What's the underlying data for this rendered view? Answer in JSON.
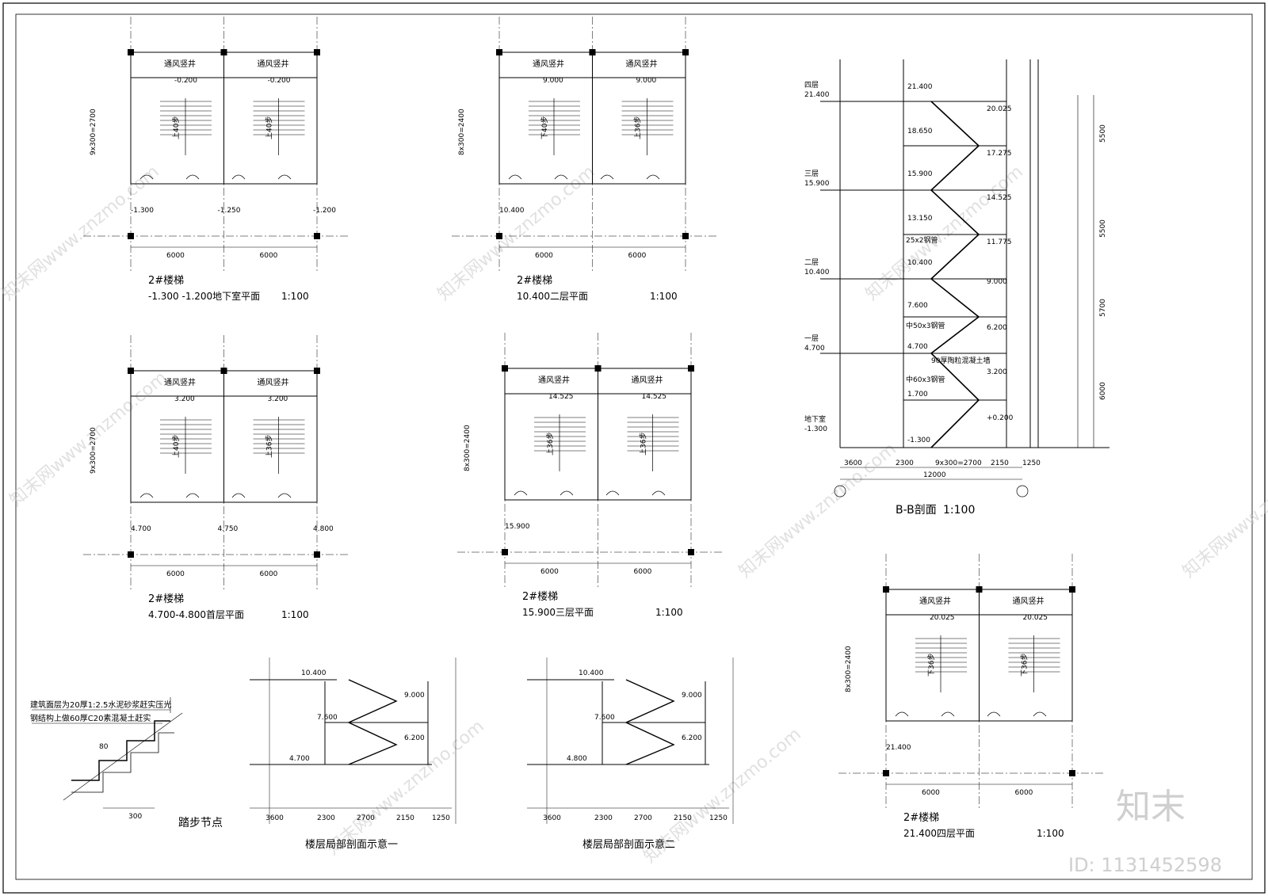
{
  "sheet": {
    "plans": [
      {
        "title": "2#楼梯",
        "sub_a": "-1.300",
        "sub_b": "-1.200地下室平面",
        "scale": "1:100",
        "shaft_left": "通风竖井",
        "shaft_right": "通风竖井",
        "level_a": "-0.200",
        "level_b": "-0.200",
        "level_c": "-1.300",
        "level_d": "-1.250",
        "level_e": "-1.200",
        "step_a": "上40步",
        "step_b": "上40步",
        "tread": "9x300=2700",
        "bay_left": "6000",
        "bay_right": "6000"
      },
      {
        "title": "2#楼梯",
        "sub_a": "10.400二层平面",
        "sub_b": "",
        "scale": "1:100",
        "shaft_left": "通风竖井",
        "shaft_right": "通风竖井",
        "level_a": "9.000",
        "level_b": "9.000",
        "level_c": "10.400",
        "level_d": "",
        "level_e": "",
        "step_a": "下40步",
        "step_b": "上36步",
        "tread": "8x300=2400",
        "bay_left": "6000",
        "bay_right": "6000"
      },
      {
        "title": "2#楼梯",
        "sub_a": "4.700-4.800首层平面",
        "sub_b": "",
        "scale": "1:100",
        "shaft_left": "通风竖井",
        "shaft_right": "通风竖井",
        "level_a": "3.200",
        "level_b": "3.200",
        "level_c": "4.700",
        "level_d": "4.750",
        "level_e": "4.800",
        "step_a": "上40步",
        "step_b": "上36步",
        "tread": "9x300=2700",
        "bay_left": "6000",
        "bay_right": "6000"
      },
      {
        "title": "2#楼梯",
        "sub_a": "15.900三层平面",
        "sub_b": "",
        "scale": "1:100",
        "shaft_left": "通风竖井",
        "shaft_right": "通风竖井",
        "level_a": "14.525",
        "level_b": "14.525",
        "level_c": "15.900",
        "level_d": "",
        "level_e": "",
        "step_a": "上36步",
        "step_b": "上36步",
        "tread": "8x300=2400",
        "bay_left": "6000",
        "bay_right": "6000"
      },
      {
        "title": "2#楼梯",
        "sub_a": "21.400四层平面",
        "sub_b": "",
        "scale": "1:100",
        "shaft_left": "通风竖井",
        "shaft_right": "通风竖井",
        "level_a": "20.025",
        "level_b": "20.025",
        "level_c": "21.400",
        "level_d": "",
        "level_e": "",
        "step_a": "下36步",
        "step_b": "下36步",
        "tread": "8x300=2400",
        "bay_left": "6000",
        "bay_right": "6000"
      }
    ],
    "section": {
      "title": "B-B剖面",
      "scale": "1:100",
      "floor_names": [
        "四层",
        "三层",
        "二层",
        "一层",
        "地下室"
      ],
      "floor_levels": [
        "21.400",
        "15.900",
        "10.400",
        "4.700",
        "-1.300"
      ],
      "inner_levels": [
        "21.400",
        "18.650",
        "15.900",
        "13.150",
        "10.400",
        "7.600",
        "4.700",
        "1.700",
        "-1.300"
      ],
      "landing_levels": [
        "20.025",
        "17.275",
        "14.525",
        "11.775",
        "9.000",
        "6.200",
        "3.200",
        "+0.200"
      ],
      "notes": [
        "25x2钢管",
        "中50x3钢管",
        "90厚陶粒混凝土墙",
        "中60x3钢管"
      ],
      "right_dims": [
        "5500",
        "5500",
        "5700",
        "6000"
      ],
      "bottom_dims": [
        "3600",
        "2300",
        "9x300=2700",
        "2150",
        "1250"
      ],
      "total": "12000"
    },
    "details": [
      {
        "title": "楼层局部剖面示意一",
        "levels": [
          "10.400",
          "9.000",
          "7.600",
          "6.200",
          "4.700"
        ],
        "dims": [
          "3600",
          "2300",
          "2700",
          "2150",
          "1250"
        ]
      },
      {
        "title": "楼层局部剖面示意二",
        "levels": [
          "10.400",
          "9.000",
          "7.600",
          "6.200",
          "4.800"
        ],
        "dims": [
          "3600",
          "2300",
          "2700",
          "2150",
          "1250"
        ]
      }
    ],
    "step_detail": {
      "title": "踏步节点",
      "note_1": "建筑面层为20厚1:2.5水泥砂浆赶实压光",
      "note_2": "钢结构上做60厚C20素混凝土赶实",
      "dim_a": "80",
      "dim_b": "300"
    },
    "brand": {
      "logo": "知末",
      "id": "ID: 1131452598",
      "watermark": "知末网www.znzmo.com"
    }
  }
}
